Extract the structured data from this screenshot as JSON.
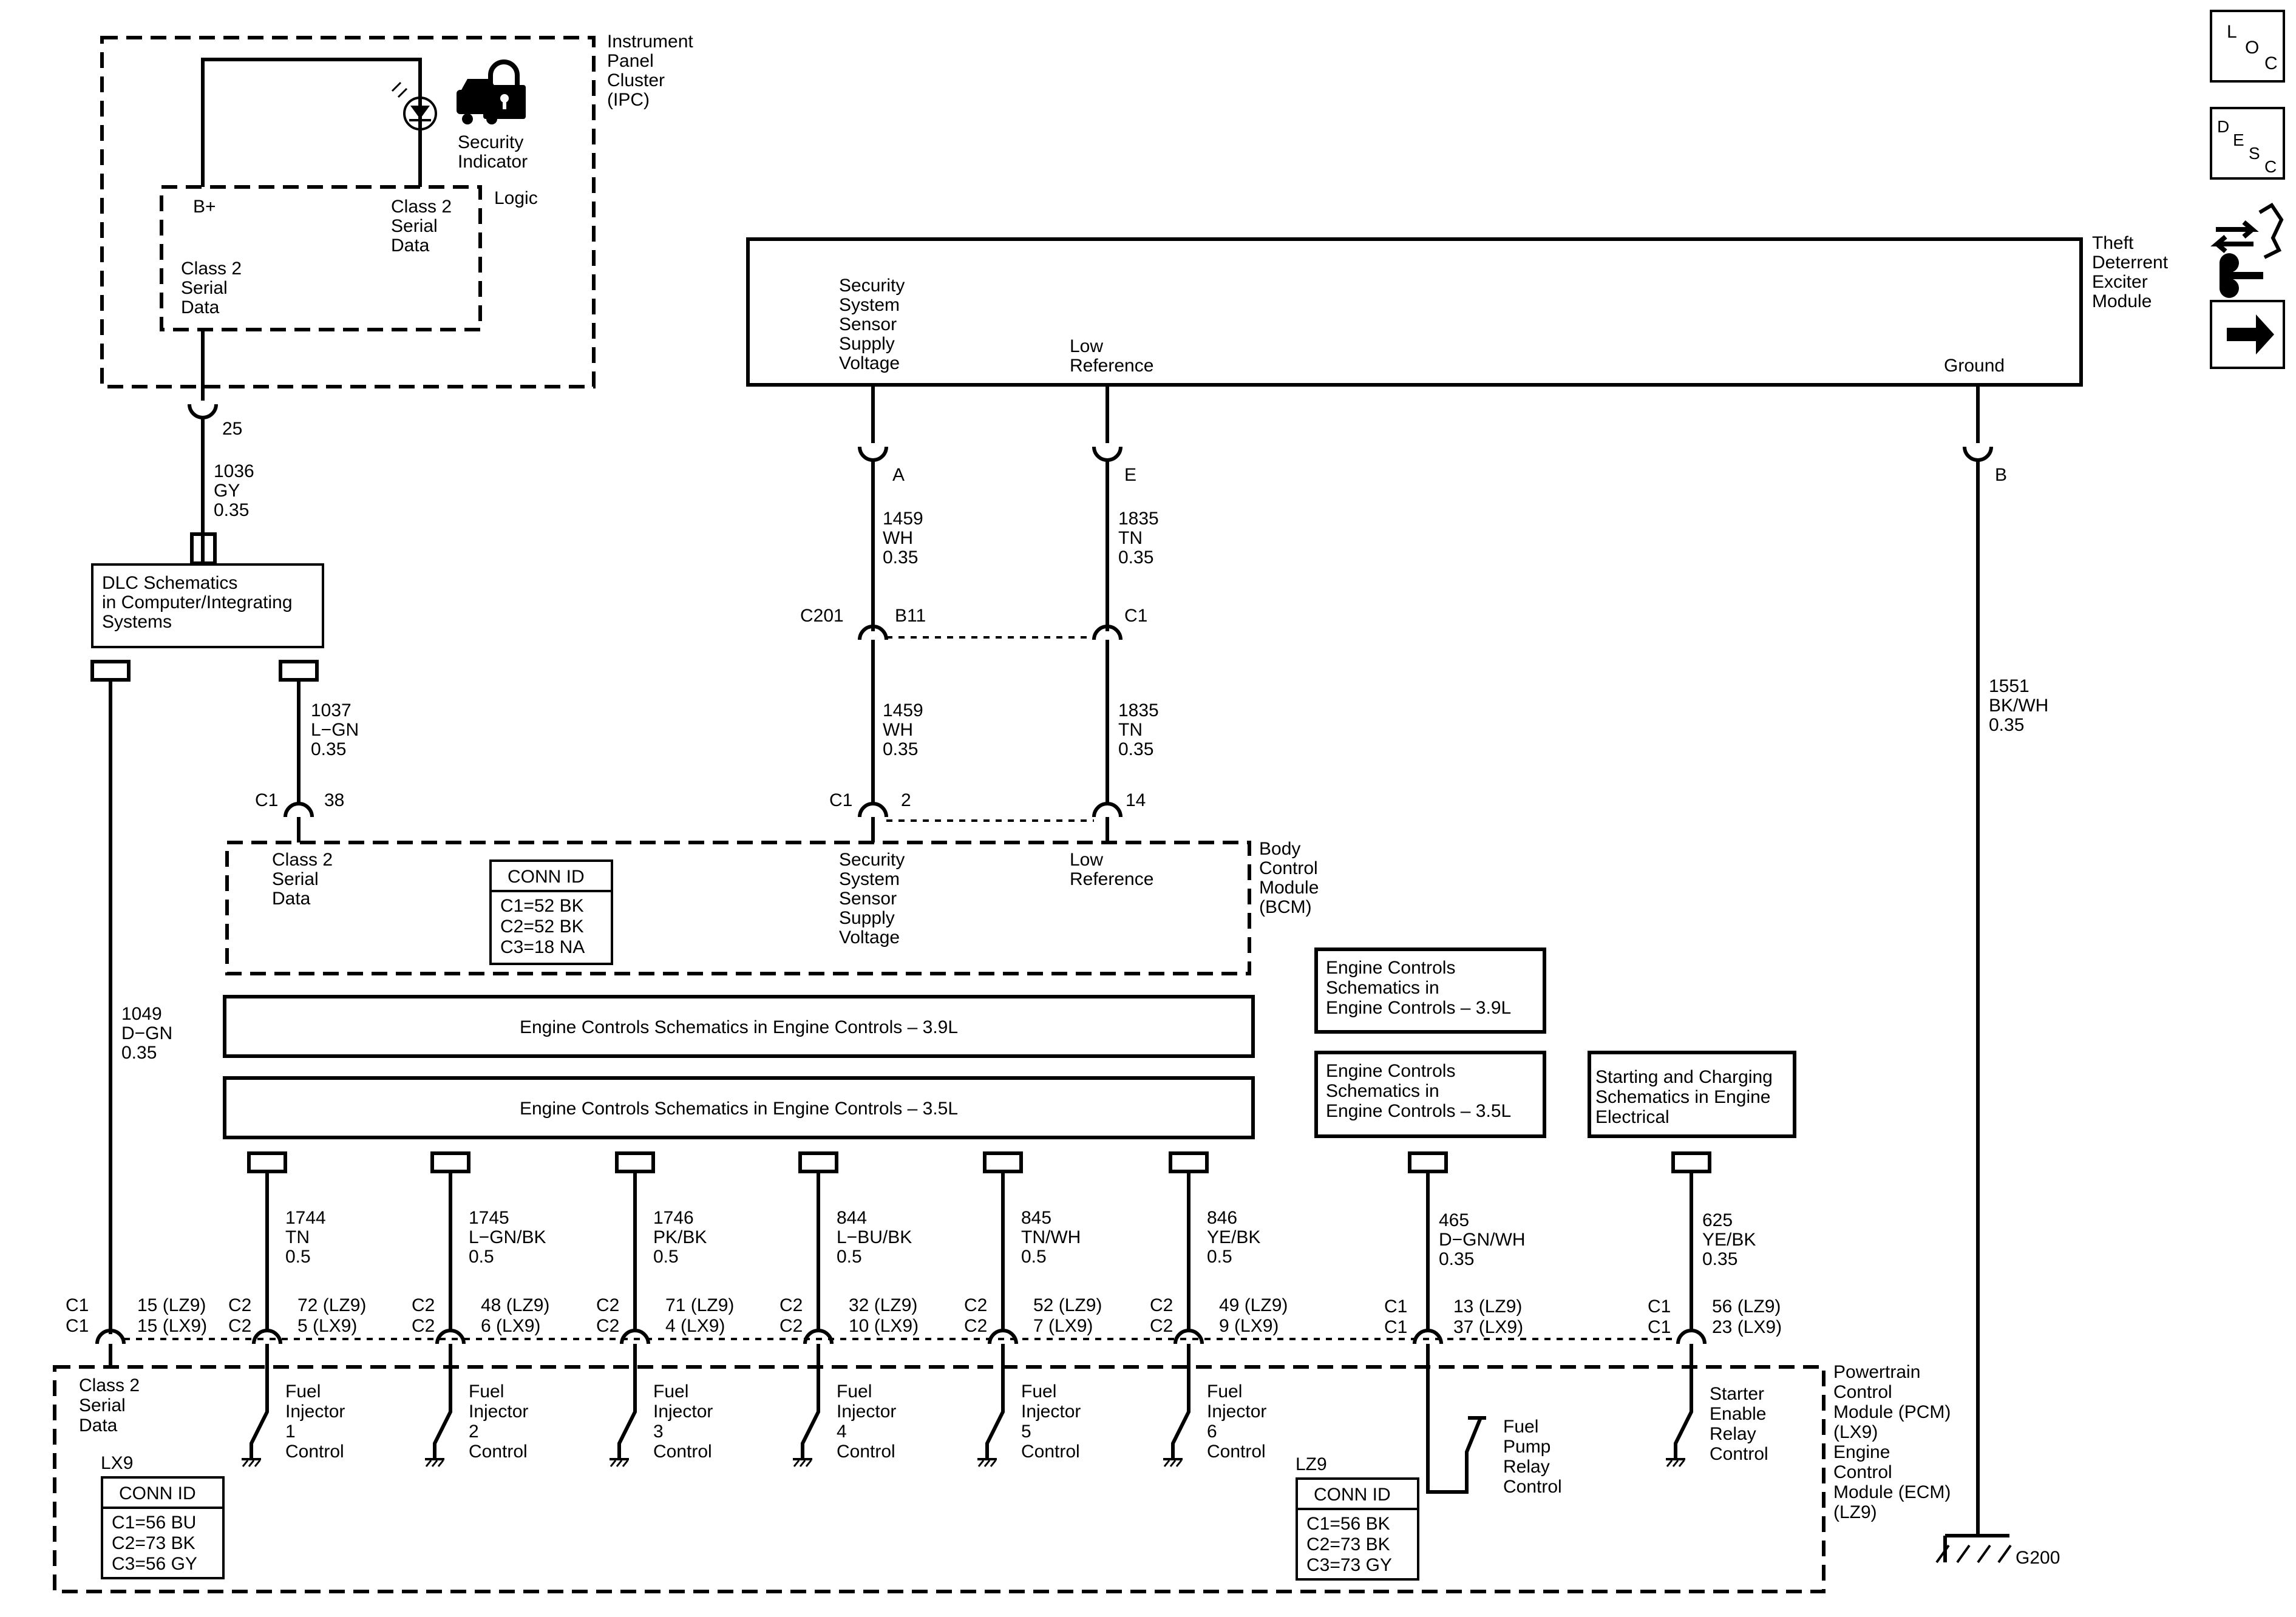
{
  "nav_icons": [
    {
      "name": "loc-icon",
      "glyph": "LOC"
    },
    {
      "name": "desc-icon",
      "glyph": "DESC"
    },
    {
      "name": "connector-repair-icon"
    },
    {
      "name": "next-arrow-icon"
    }
  ],
  "modules": {
    "ipc": {
      "lines": [
        "Instrument",
        "Panel",
        "Cluster",
        "(IPC)"
      ],
      "indicator": [
        "Security",
        "Indicator"
      ],
      "logic": "Logic",
      "b_plus": "B+",
      "class2_top": [
        "Class 2",
        "Serial",
        "Data"
      ],
      "class2_left": [
        "Class 2",
        "Serial",
        "Data"
      ]
    },
    "tdm": {
      "lines": [
        "Theft",
        "Deterrent",
        "Exciter",
        "Module"
      ],
      "supply": [
        "Security",
        "System",
        "Sensor",
        "Supply",
        "Voltage"
      ],
      "low_ref": [
        "Low",
        "Reference"
      ],
      "ground": "Ground"
    },
    "bcm": {
      "lines": [
        "Body",
        "Control",
        "Module",
        "(BCM)"
      ],
      "class2": [
        "Class 2",
        "Serial",
        "Data"
      ],
      "supply": [
        "Security",
        "System",
        "Sensor",
        "Supply",
        "Voltage"
      ],
      "low_ref": [
        "Low",
        "Reference"
      ],
      "conn_title": "CONN ID",
      "conn": [
        "C1=52 BK",
        "C2=52 BK",
        "C3=18 NA"
      ]
    },
    "pcm": {
      "lines": [
        "Powertrain",
        "Control",
        "Module (PCM)",
        "(LX9)",
        "Engine",
        "Control",
        "Module (ECM)",
        "(LZ9)"
      ],
      "class2": [
        "Class 2",
        "Serial",
        "Data"
      ],
      "lx9": {
        "tag": "LX9",
        "conn_title": "CONN ID",
        "conn": [
          "C1=56 BU",
          "C2=73 BK",
          "C3=56 GY"
        ]
      },
      "lz9": {
        "tag": "LZ9",
        "conn_title": "CONN ID",
        "conn": [
          "C1=56 BK",
          "C2=73 BK",
          "C3=73 GY"
        ]
      },
      "fuel_pump": [
        "Fuel",
        "Pump",
        "Relay",
        "Control"
      ],
      "starter": [
        "Starter",
        "Enable",
        "Relay",
        "Control"
      ]
    }
  },
  "boxes": {
    "dlc": [
      "DLC Schematics",
      "in Computer/Integrating",
      "Systems"
    ],
    "eng39": "Engine Controls Schematics in Engine Controls – 3.9L",
    "eng35": "Engine Controls Schematics in Engine Controls – 3.5L",
    "eng39_small": [
      "Engine Controls",
      "Schematics in",
      "Engine Controls – 3.9L"
    ],
    "eng35_small": [
      "Engine Controls",
      "Schematics in",
      "Engine Controls – 3.5L"
    ],
    "starting": [
      "Starting and Charging",
      "Schematics in Engine",
      "Electrical"
    ]
  },
  "wires": {
    "w1036": [
      "1036",
      "GY",
      "0.35"
    ],
    "w1037": [
      "1037",
      "L−GN",
      "0.35"
    ],
    "w1049": [
      "1049",
      "D−GN",
      "0.35"
    ],
    "w1459a": [
      "1459",
      "WH",
      "0.35"
    ],
    "w1459b": [
      "1459",
      "WH",
      "0.35"
    ],
    "w1835a": [
      "1835",
      "TN",
      "0.35"
    ],
    "w1835b": [
      "1835",
      "TN",
      "0.35"
    ],
    "w1551": [
      "1551",
      "BK/WH",
      "0.35"
    ],
    "w465": [
      "465",
      "D−GN/WH",
      "0.35"
    ],
    "w625": [
      "625",
      "YE/BK",
      "0.35"
    ]
  },
  "pins": {
    "ipc25": "25",
    "tdm_a": "A",
    "tdm_e": "E",
    "tdm_b": "B",
    "c201": "C201",
    "c201_b11": "B11",
    "c201_c1": "C1",
    "bcm_c1a": "C1",
    "bcm_38": "38",
    "bcm_c1b": "C1",
    "bcm_2": "2",
    "bcm_14": "14",
    "class2_pcm": {
      "conn": [
        "C1",
        "C1"
      ],
      "pins": [
        "15 (LZ9)",
        "15 (LX9)"
      ]
    },
    "fuel_pump": {
      "conn": [
        "C1",
        "C1"
      ],
      "pins": [
        "13 (LZ9)",
        "37 (LX9)"
      ]
    },
    "starter": {
      "conn": [
        "C1",
        "C1"
      ],
      "pins": [
        "56 (LZ9)",
        "23 (LX9)"
      ]
    },
    "ground_label": "G200"
  },
  "injectors": [
    {
      "wire": [
        "1744",
        "TN",
        "0.5"
      ],
      "conn": [
        "C2",
        "C2"
      ],
      "pins": [
        "72 (LZ9)",
        "5 (LX9)"
      ],
      "label": [
        "Fuel",
        "Injector",
        "1",
        "Control"
      ]
    },
    {
      "wire": [
        "1745",
        "L−GN/BK",
        "0.5"
      ],
      "conn": [
        "C2",
        "C2"
      ],
      "pins": [
        "48 (LZ9)",
        "6 (LX9)"
      ],
      "label": [
        "Fuel",
        "Injector",
        "2",
        "Control"
      ]
    },
    {
      "wire": [
        "1746",
        "PK/BK",
        "0.5"
      ],
      "conn": [
        "C2",
        "C2"
      ],
      "pins": [
        "71 (LZ9)",
        "4 (LX9)"
      ],
      "label": [
        "Fuel",
        "Injector",
        "3",
        "Control"
      ]
    },
    {
      "wire": [
        "844",
        "L−BU/BK",
        "0.5"
      ],
      "conn": [
        "C2",
        "C2"
      ],
      "pins": [
        "32 (LZ9)",
        "10 (LX9)"
      ],
      "label": [
        "Fuel",
        "Injector",
        "4",
        "Control"
      ]
    },
    {
      "wire": [
        "845",
        "TN/WH",
        "0.5"
      ],
      "conn": [
        "C2",
        "C2"
      ],
      "pins": [
        "52 (LZ9)",
        "7 (LX9)"
      ],
      "label": [
        "Fuel",
        "Injector",
        "5",
        "Control"
      ]
    },
    {
      "wire": [
        "846",
        "YE/BK",
        "0.5"
      ],
      "conn": [
        "C2",
        "C2"
      ],
      "pins": [
        "49 (LZ9)",
        "9 (LX9)"
      ],
      "label": [
        "Fuel",
        "Injector",
        "6",
        "Control"
      ]
    }
  ]
}
